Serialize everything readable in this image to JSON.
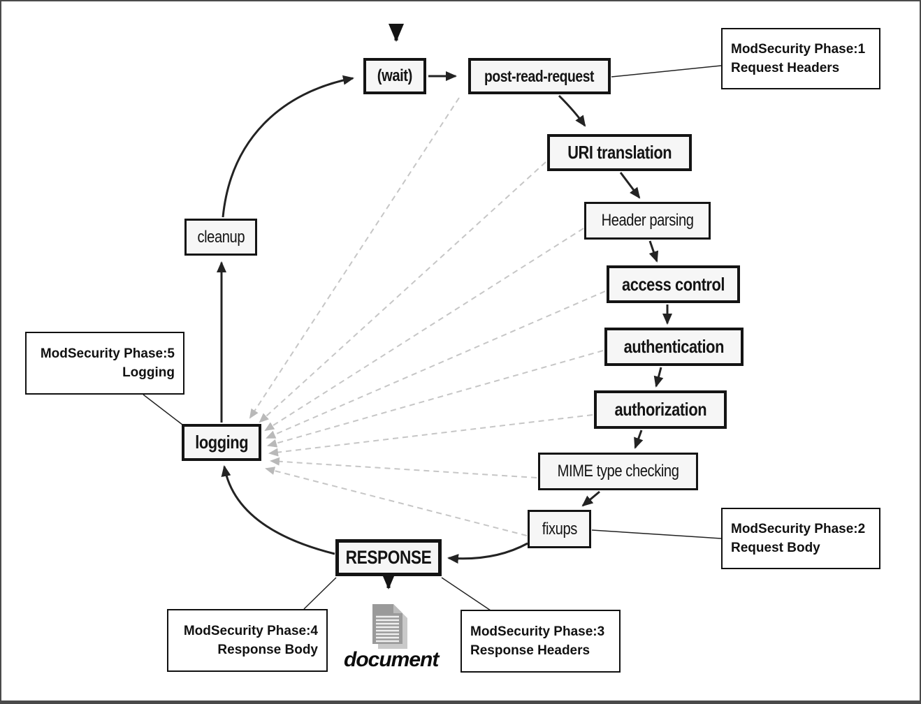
{
  "diagram": {
    "nodes": {
      "wait": "(wait)",
      "post_read_request": "post-read-request",
      "uri_translation": "URI translation",
      "header_parsing": "Header parsing",
      "access_control": "access control",
      "authentication": "authentication",
      "authorization": "authorization",
      "mime_type_checking": "MIME type checking",
      "fixups": "fixups",
      "response": "RESPONSE",
      "logging": "logging",
      "cleanup": "cleanup"
    },
    "document_label": "document",
    "annotations": {
      "phase1": {
        "title": "ModSecurity Phase:1",
        "subtitle": "Request Headers"
      },
      "phase2": {
        "title": "ModSecurity Phase:2",
        "subtitle": "Request Body"
      },
      "phase3": {
        "title": "ModSecurity Phase:3",
        "subtitle": "Response Headers"
      },
      "phase4": {
        "title": "ModSecurity Phase:4",
        "subtitle": "Response Body"
      },
      "phase5": {
        "title": "ModSecurity Phase:5",
        "subtitle": "Logging"
      }
    },
    "icons": {
      "document": "document-page-icon"
    },
    "colors": {
      "background": "#ffffff",
      "node_fill": "#f6f6f6",
      "node_border": "#141414",
      "solid_arrow": "#232323",
      "dashed_arrow": "#c6c6c6",
      "text": "#111111"
    }
  }
}
